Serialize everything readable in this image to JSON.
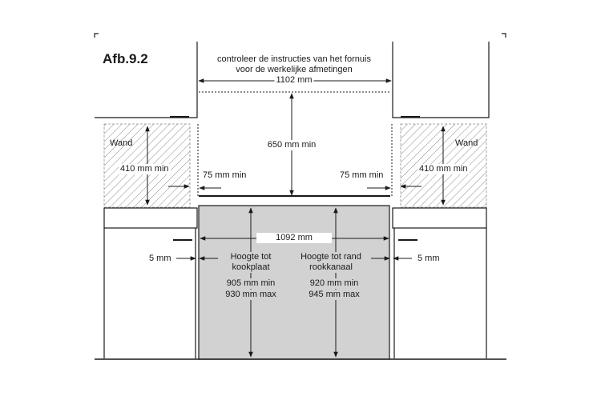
{
  "figure_label": "Afb.9.2",
  "instruction": {
    "line1": "controleer de instructies van het fornuis",
    "line2": "voor de werkelijke afmetingen"
  },
  "dimensions": {
    "top_width": "1102 mm",
    "height_clearance": "650 mm min",
    "side_clearance_left": "75 mm min",
    "side_clearance_right": "75 mm min",
    "cooker_width": "1092 mm",
    "gap_left": "5 mm",
    "gap_right": "5 mm",
    "wall_depth_left": "410 mm min",
    "wall_depth_right": "410 mm min"
  },
  "walls": {
    "left_label": "Wand",
    "right_label": "Wand"
  },
  "hob_height": {
    "title_line1": "Hoogte tot",
    "title_line2": "kookplaat",
    "min": "905 mm min",
    "max": "930 mm max"
  },
  "flue_height": {
    "title_line1": "Hoogte tot rand",
    "title_line2": "rookkanaal",
    "min": "920 mm min",
    "max": "945 mm max"
  },
  "colors": {
    "line": "#1a1a1a",
    "cooker_fill": "#d2d2d2",
    "hatch": "#8c8c8c"
  }
}
